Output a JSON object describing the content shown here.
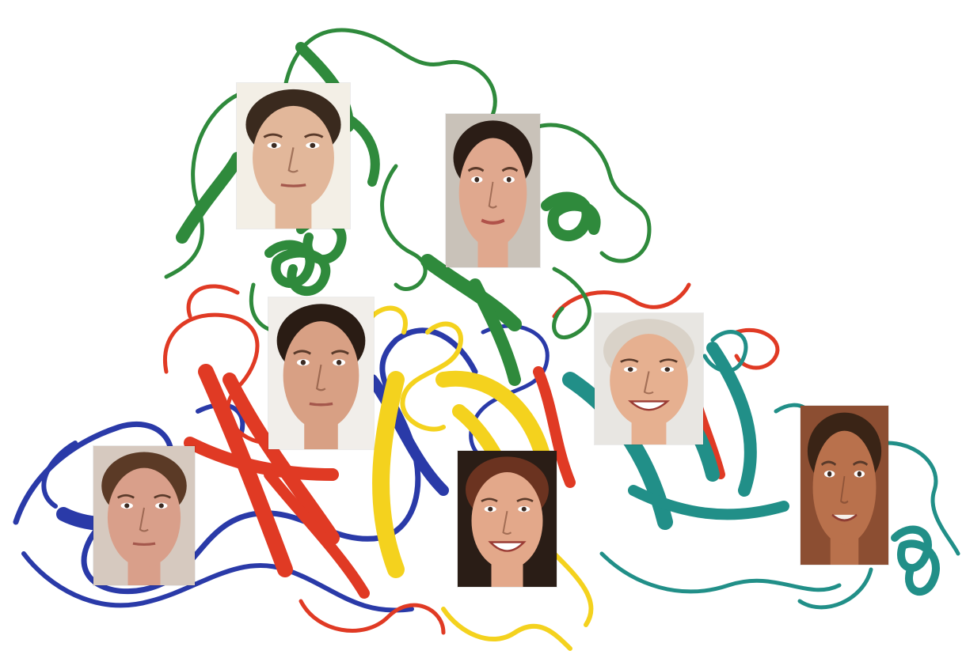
{
  "colors": {
    "background": "#ffffff",
    "green_chain": "#2f8a3c",
    "red_chain": "#e03a24",
    "blue_chain": "#2a3aa8",
    "yellow_chain": "#f4d21e",
    "teal_chain": "#218f88"
  },
  "faces": [
    {
      "id": "man-top-left",
      "skin": "#e2b79a",
      "hair": "#3a2a1e",
      "bg": "#f3efe6",
      "expression": "neutral"
    },
    {
      "id": "woman-top-center",
      "skin": "#e0a88e",
      "hair": "#2b1d16",
      "bg": "#c9c2b9",
      "expression": "slight-smile"
    },
    {
      "id": "man-center-left",
      "skin": "#d8a084",
      "hair": "#2a1c14",
      "bg": "#f1eeea",
      "expression": "neutral"
    },
    {
      "id": "woman-right-smiling",
      "skin": "#e6b090",
      "hair": "#d9d2c8",
      "bg": "#e8e6e2",
      "expression": "broad-smile"
    },
    {
      "id": "woman-bottom-left",
      "skin": "#d99f8a",
      "hair": "#5b3a26",
      "bg": "#d6c9bf",
      "expression": "neutral"
    },
    {
      "id": "woman-bottom-center-smiling",
      "skin": "#e3a88a",
      "hair": "#6b3320",
      "bg": "#2a1d16",
      "expression": "broad-smile"
    },
    {
      "id": "man-right-smiling",
      "skin": "#b9714c",
      "hair": "#3a2416",
      "bg": "#8c4e32",
      "expression": "smile"
    }
  ]
}
